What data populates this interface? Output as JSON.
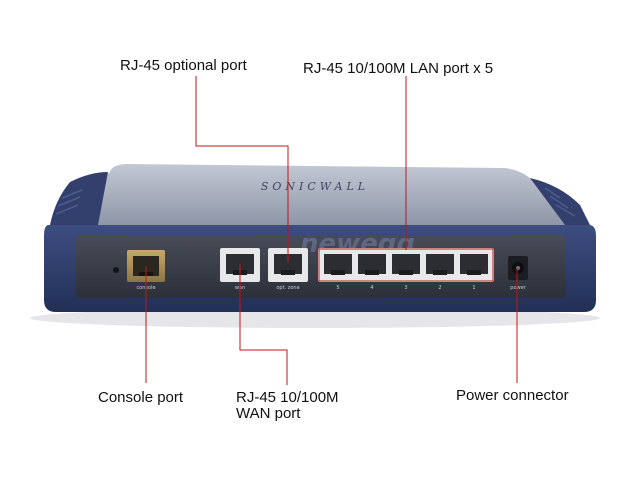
{
  "callouts": {
    "optional_port": "RJ-45 optional port",
    "lan_ports": "RJ-45 10/100M LAN port x 5",
    "console_port": "Console port",
    "wan_port_line1": "RJ-45 10/100M",
    "wan_port_line2": "WAN port",
    "power_connector": "Power connector"
  },
  "device": {
    "brand": "SONICWALL",
    "watermark": "newegg",
    "port_labels": {
      "console": "console",
      "wan": "wan",
      "opt_zone": "opt. zone",
      "lan": [
        "5",
        "4",
        "3",
        "2",
        "1"
      ],
      "power": "power"
    }
  },
  "colors": {
    "leader_line": "#c0161b",
    "body": "#2f3d6b",
    "top_shell": "#9fa7b8",
    "back_panel": "#3a3f4c"
  }
}
